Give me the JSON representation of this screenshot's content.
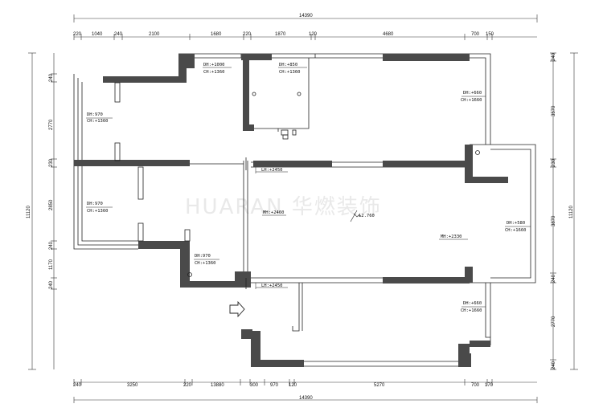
{
  "watermark": "HUARAN 华燃装饰",
  "dimensions": {
    "top_total": "14390",
    "top_segments": [
      "220",
      "1040",
      "240",
      "2100",
      "1680",
      "220",
      "1870",
      "120",
      "4680",
      "700",
      "150"
    ],
    "bottom_total": "14390",
    "bottom_segments": [
      "240",
      "3250",
      "220",
      "13880",
      "300",
      "970",
      "120",
      "5270",
      "700",
      "170"
    ],
    "left_total": "11120",
    "left_segments": [
      "240",
      "2770",
      "230",
      "2850",
      "240",
      "1170",
      "240"
    ],
    "right_total": "11120",
    "right_segments": [
      "240",
      "3570",
      "230",
      "3870",
      "240",
      "2770",
      "240"
    ]
  },
  "annotations": {
    "r1_dh": "DH:+1000",
    "r1_ch": "CH:+1360",
    "r2_dh": "DH:+850",
    "r2_ch": "CH:+1360",
    "r3_dh": "DH:970",
    "r3_ch": "CH:+1360",
    "r4_dh": "DH:+660",
    "r4_ch": "CH:+1660",
    "r5_lh": "LH:+2450",
    "r6_dh": "DH:970",
    "r6_ch": "CH:+1360",
    "r7_mh": "MH:+2460",
    "r8_level": "±2.760",
    "r9_dh": "DH:+580",
    "r9_ch": "CH:+1660",
    "r10_mh": "MH:+2330",
    "r11_dh": "DH:970",
    "r11_ch": "CH:+1360",
    "r12_lh": "LH:+2450",
    "r13_dh": "DH:+660",
    "r13_ch": "CH:+1660"
  },
  "entrance_arrow_icon": "right-arrow-icon"
}
